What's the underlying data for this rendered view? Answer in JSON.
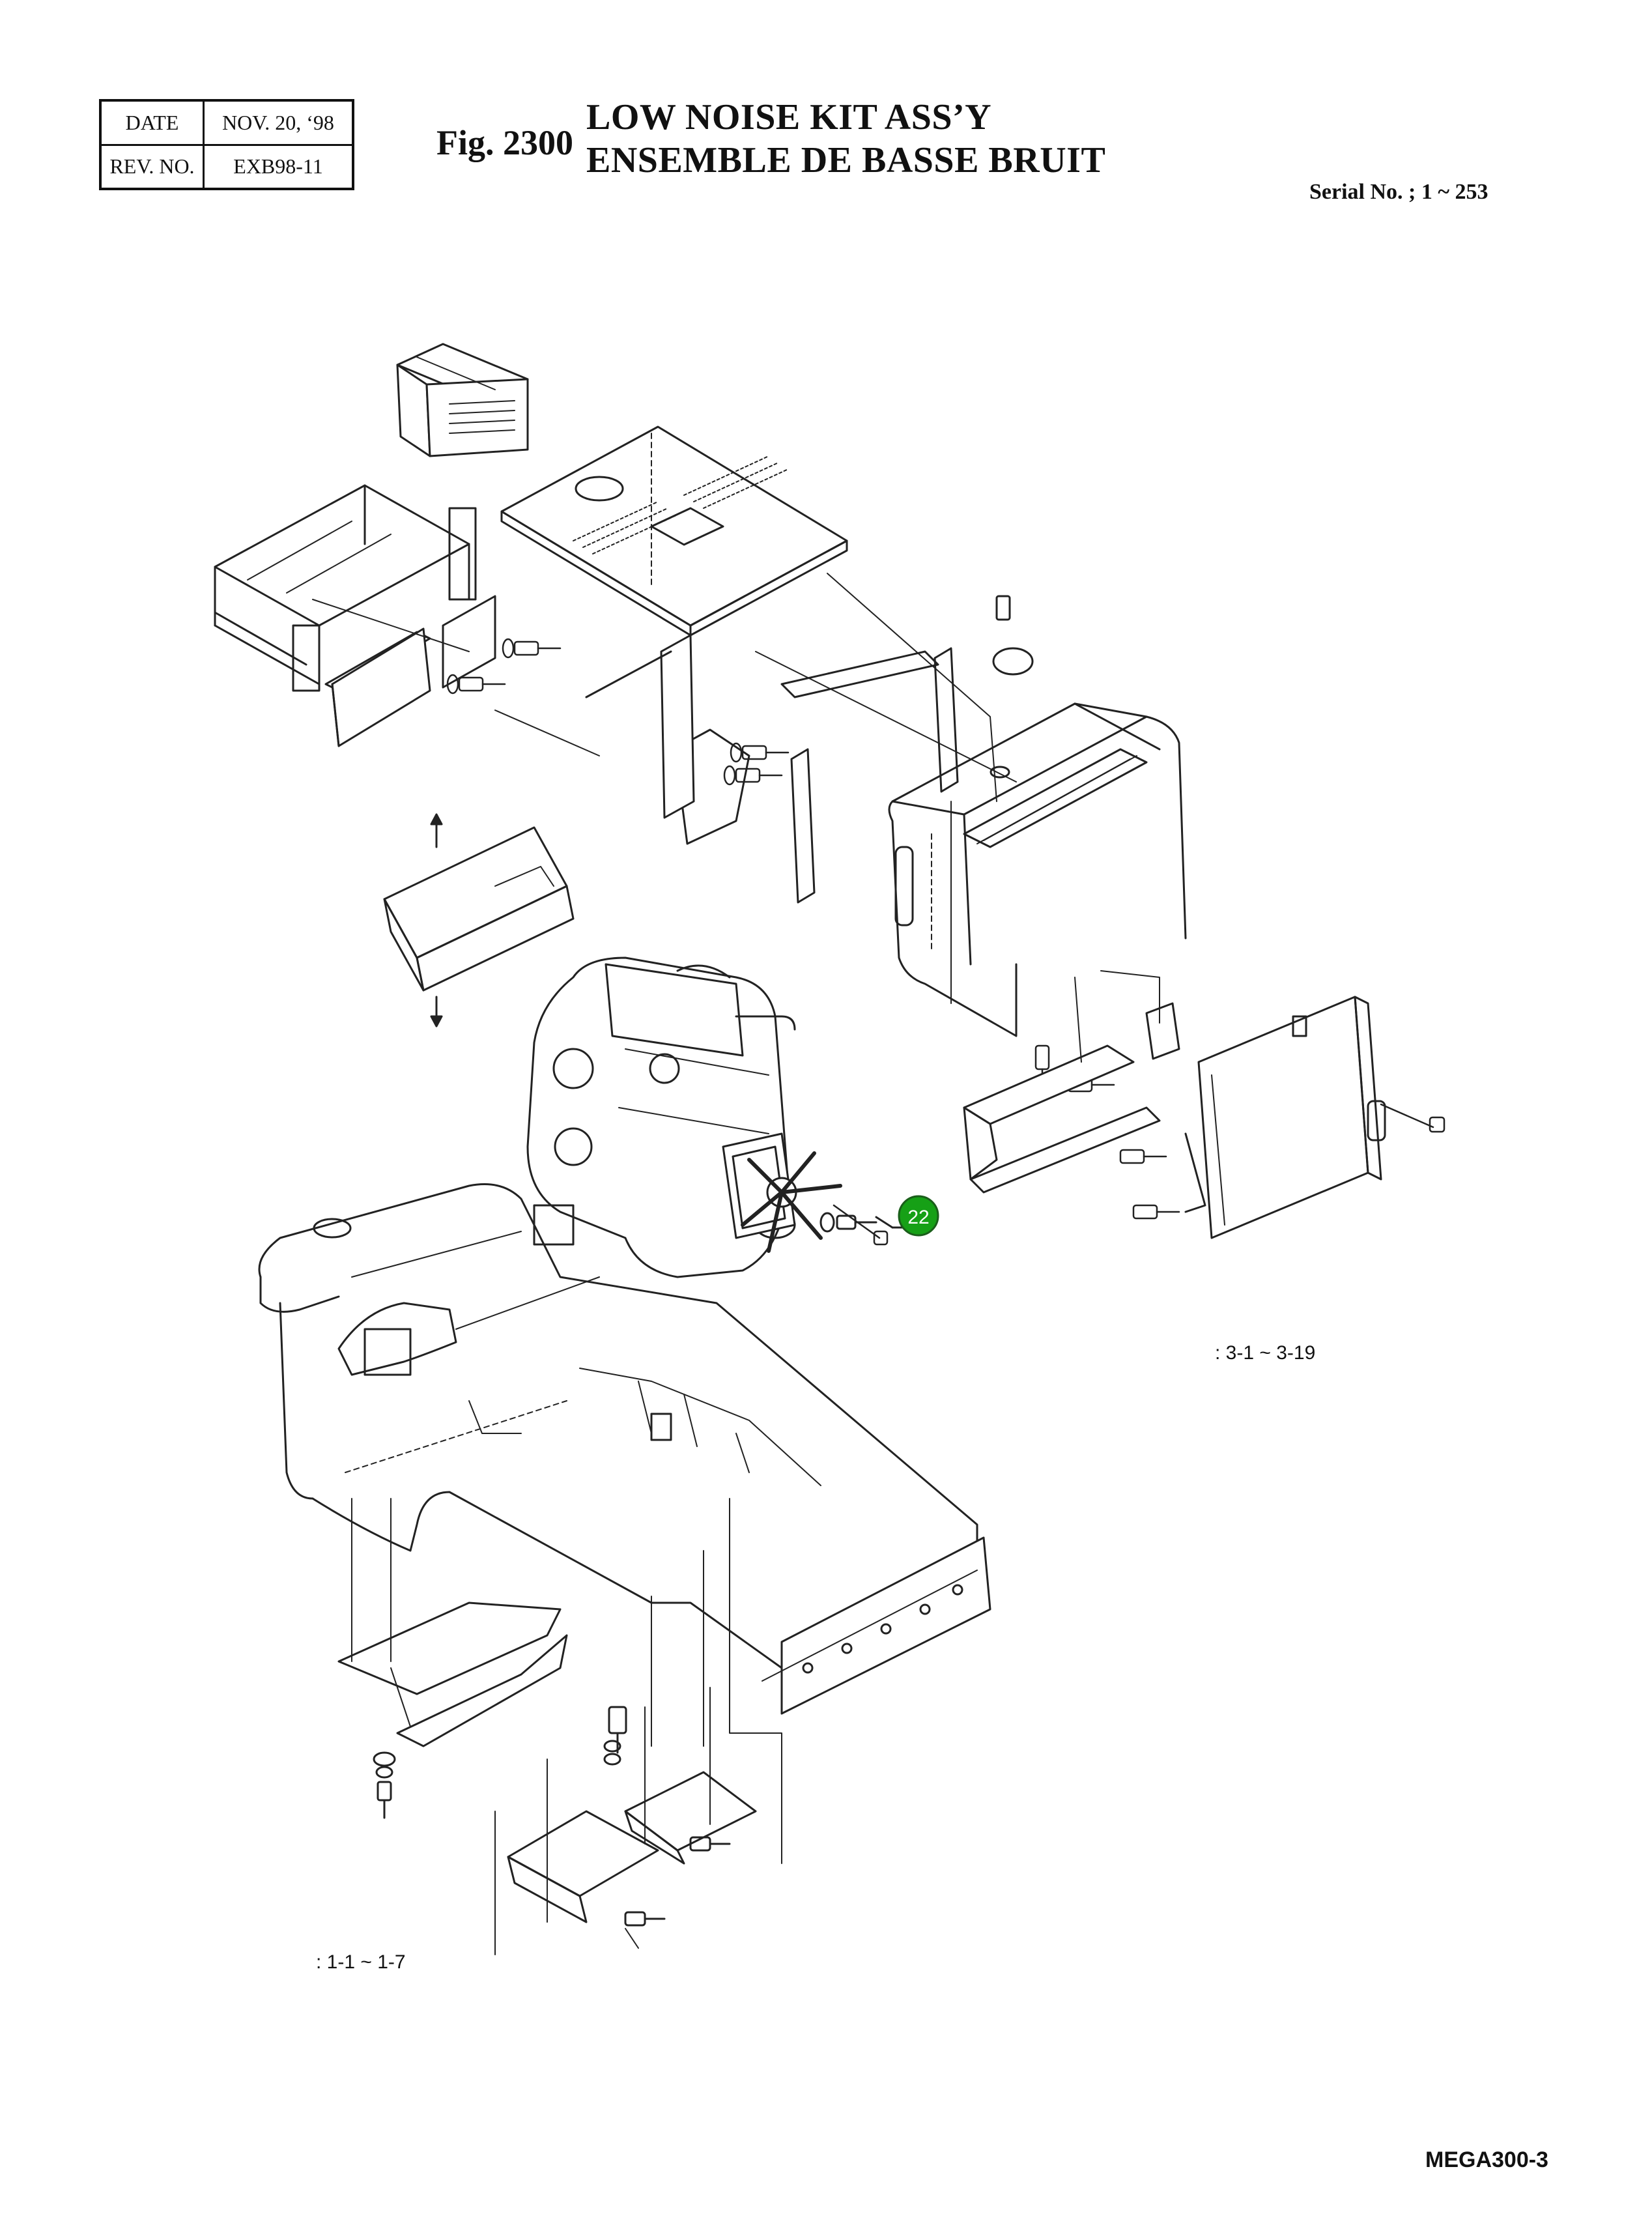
{
  "revision": {
    "date_label": "DATE",
    "date_value": "NOV. 20, ‘98",
    "rev_label": "REV. NO.",
    "rev_value": "EXB98-11"
  },
  "figure": {
    "number": "Fig. 2300",
    "title_en": "LOW NOISE KIT ASS’Y",
    "title_fr": "ENSEMBLE DE BASSE BRUIT",
    "serial": "Serial No. ; 1 ~ 253"
  },
  "callouts": {
    "part_22": "22",
    "group_right": ": 3-1 ~ 3-19",
    "group_left": ": 1-1 ~ 1-7"
  },
  "colors": {
    "line": "#222222",
    "callout_fill": "#16a016",
    "callout_text": "#ffffff"
  },
  "footer": {
    "code": "MEGA300-3"
  }
}
